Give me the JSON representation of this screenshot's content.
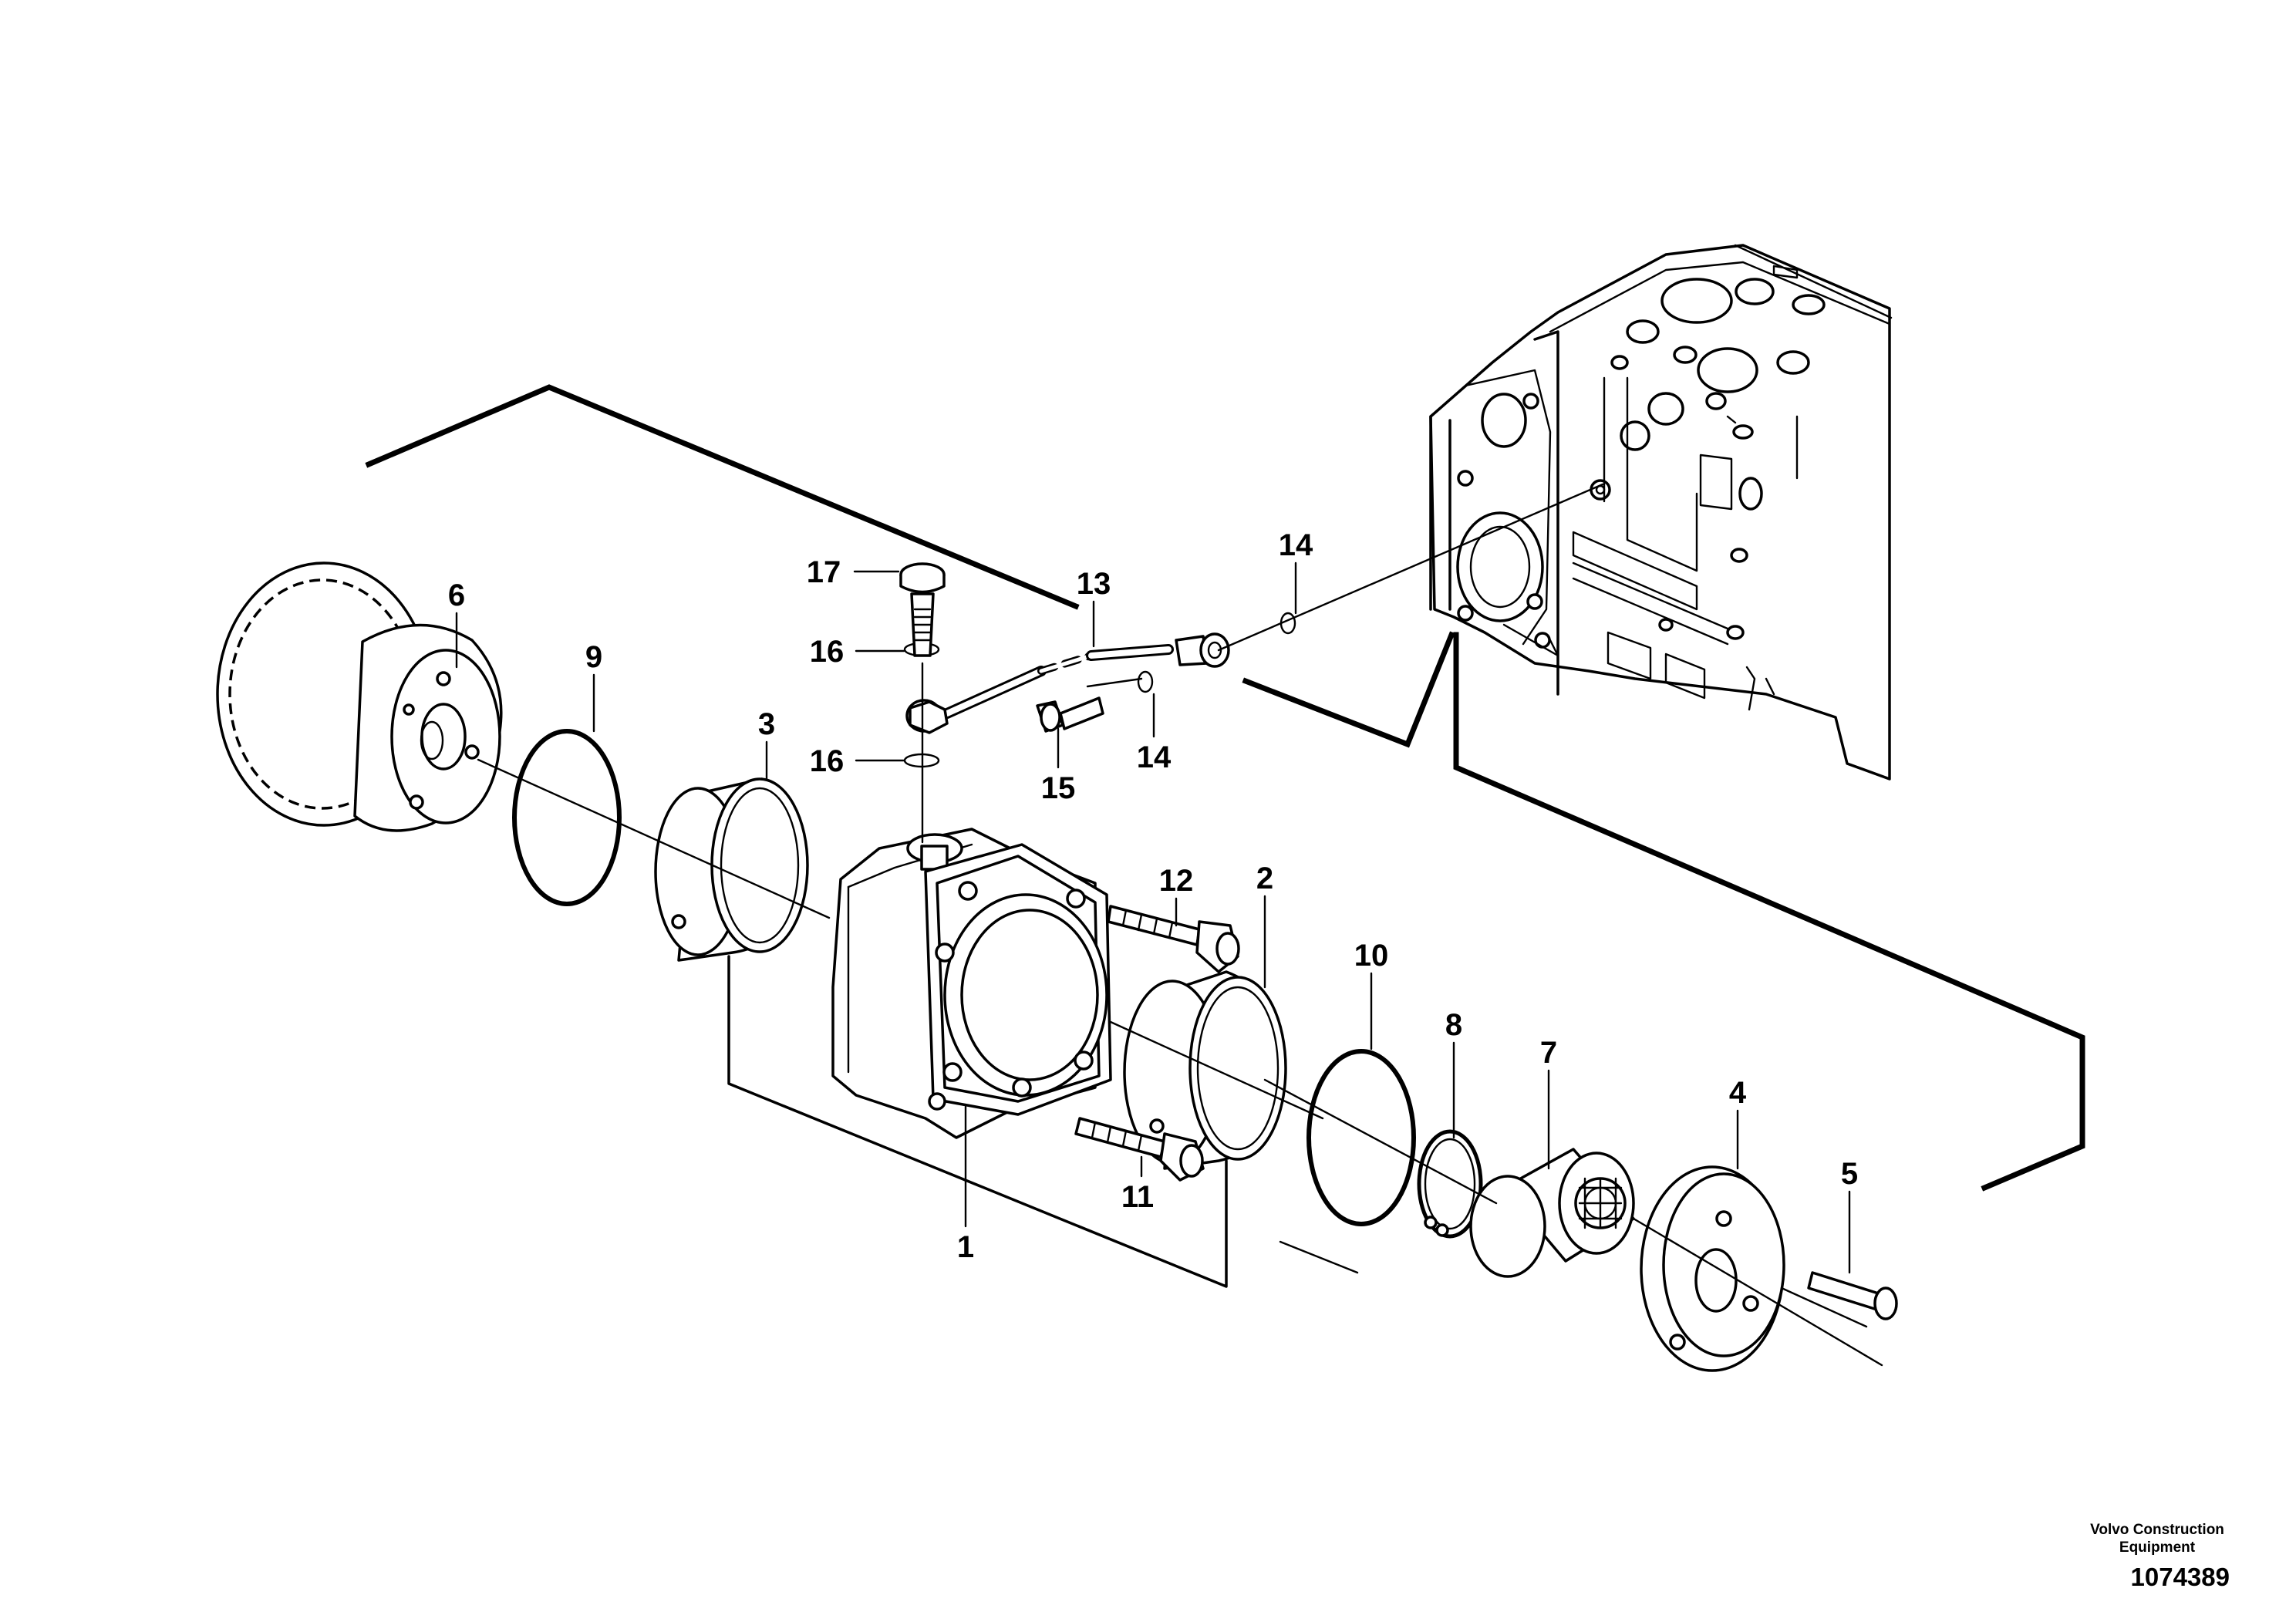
{
  "callouts": [
    {
      "id": "c1",
      "text": "1"
    },
    {
      "id": "c2",
      "text": "2"
    },
    {
      "id": "c3",
      "text": "3"
    },
    {
      "id": "c4",
      "text": "4"
    },
    {
      "id": "c5",
      "text": "5"
    },
    {
      "id": "c6",
      "text": "6"
    },
    {
      "id": "c7",
      "text": "7"
    },
    {
      "id": "c8",
      "text": "8"
    },
    {
      "id": "c9",
      "text": "9"
    },
    {
      "id": "c10",
      "text": "10"
    },
    {
      "id": "c11",
      "text": "11"
    },
    {
      "id": "c12",
      "text": "12"
    },
    {
      "id": "c13",
      "text": "13"
    },
    {
      "id": "c14a",
      "text": "14"
    },
    {
      "id": "c14b",
      "text": "14"
    },
    {
      "id": "c15",
      "text": "15"
    },
    {
      "id": "c16a",
      "text": "16"
    },
    {
      "id": "c16b",
      "text": "16"
    },
    {
      "id": "c17",
      "text": "17"
    }
  ],
  "credit": {
    "company": "Volvo Construction Equipment",
    "figure_id": "1074389"
  }
}
